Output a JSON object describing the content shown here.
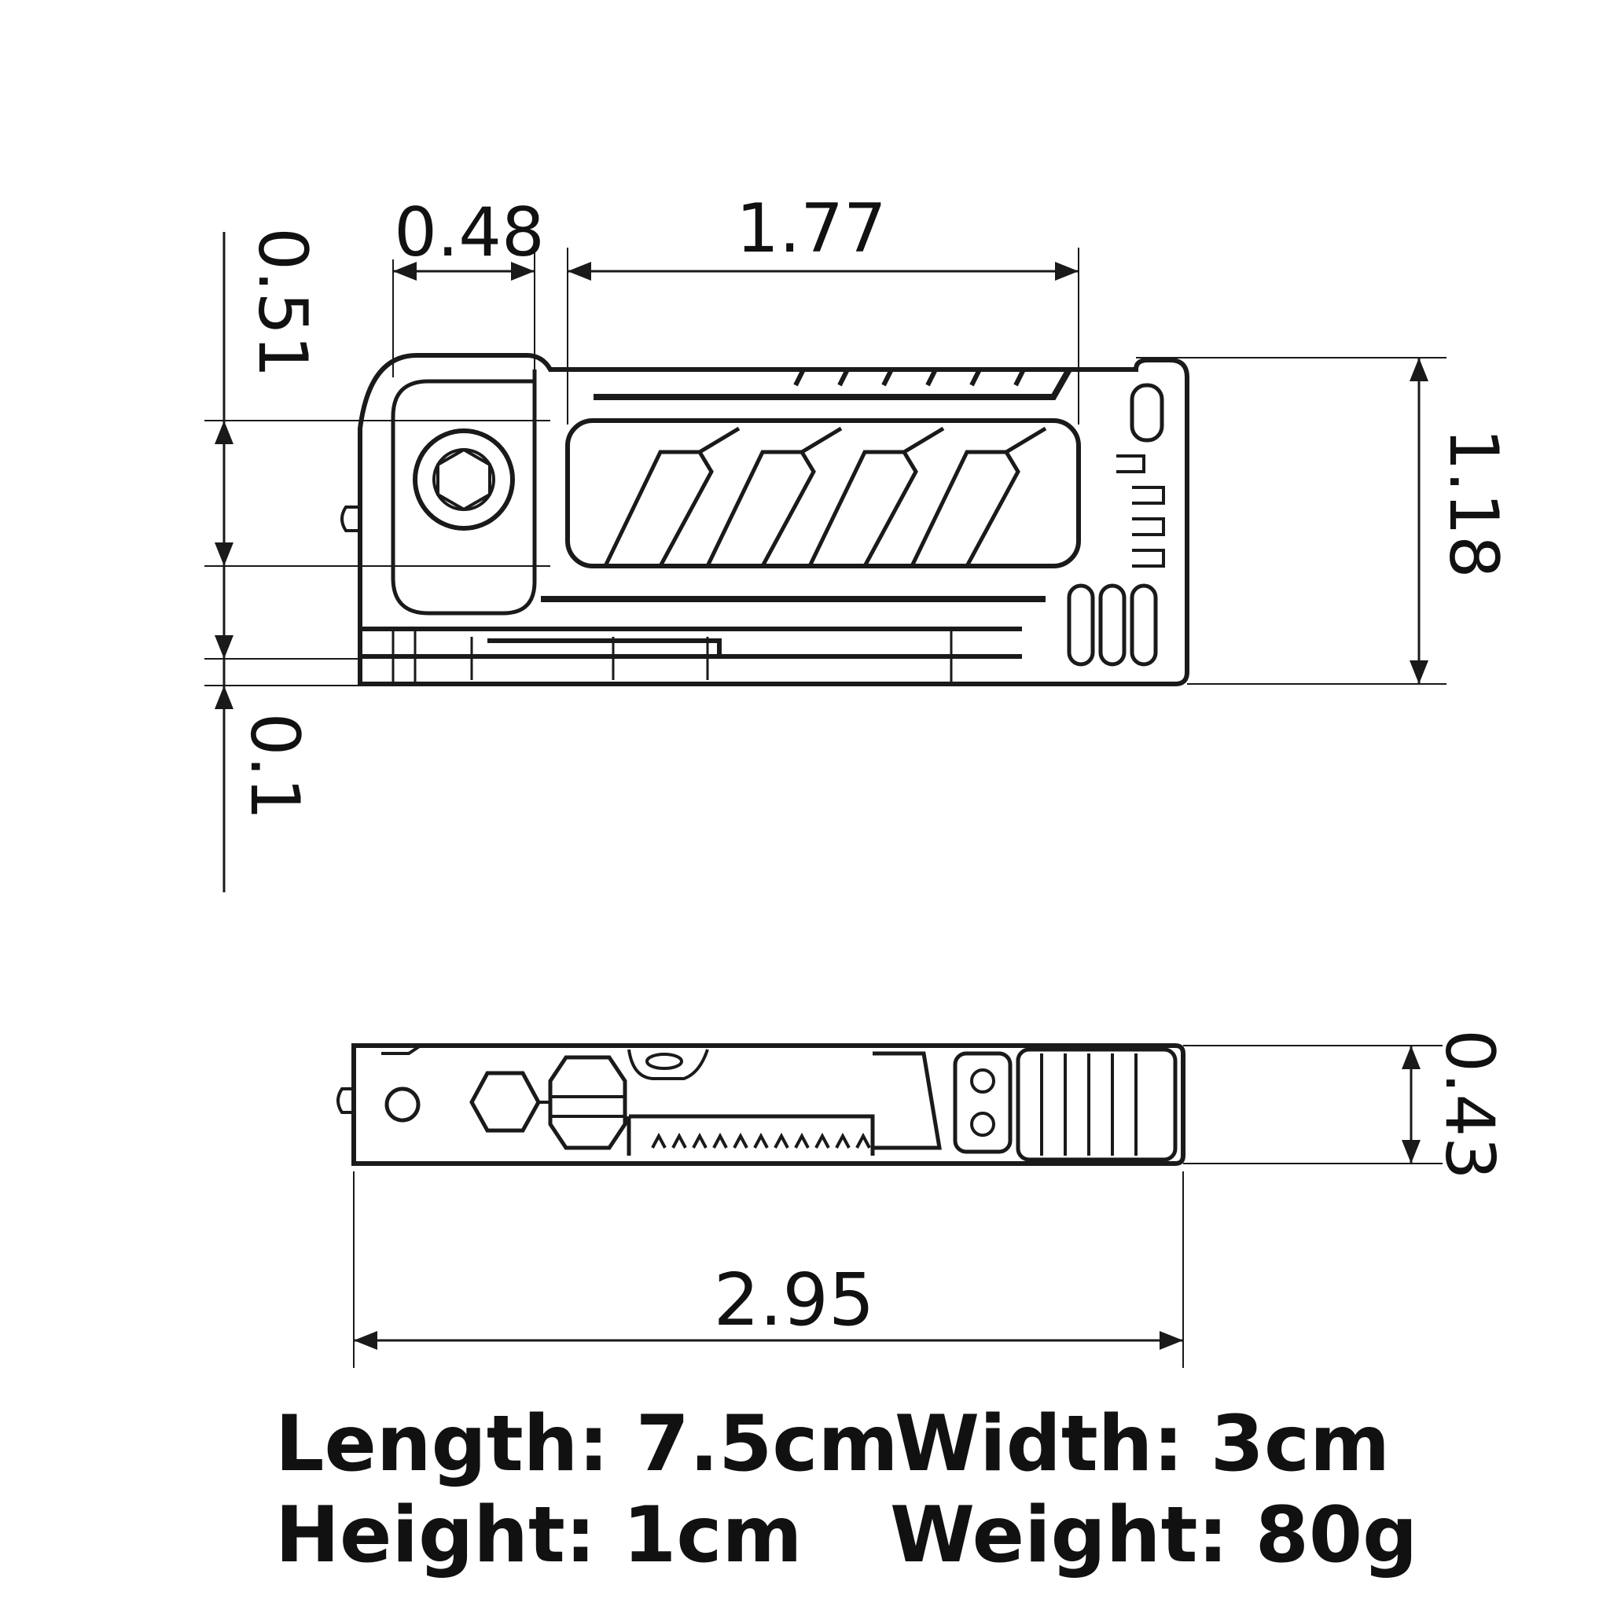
{
  "dimensions": {
    "d_048": "0.48",
    "d_177": "1.77",
    "d_051": "0.51",
    "d_118": "1.18",
    "d_01": "0.1",
    "d_295": "2.95",
    "d_043": "0.43"
  },
  "specs": {
    "length": "Length: 7.5cm",
    "width": "Width: 3cm",
    "height": "Height: 1cm",
    "weight": "Weight: 80g"
  },
  "colors": {
    "line": "#1a1a1a",
    "background": "#ffffff",
    "accent_blue": "#6f86c9"
  }
}
